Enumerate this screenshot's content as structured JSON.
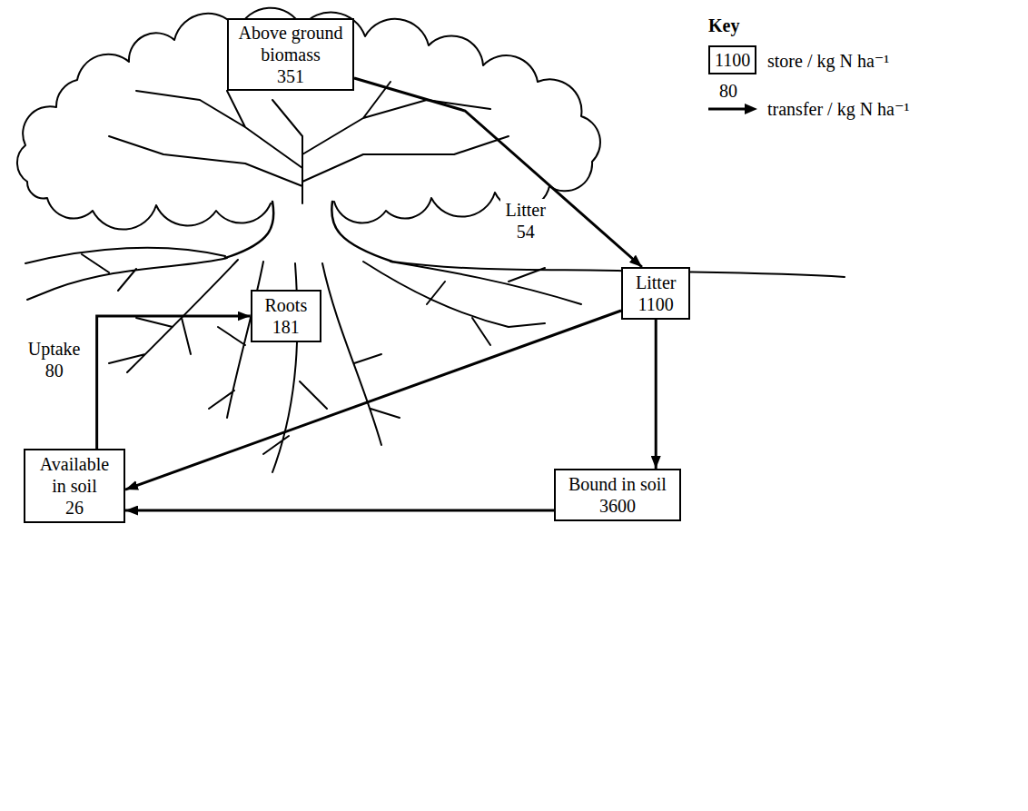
{
  "diagram": {
    "nodes": [
      {
        "text": [
          "Above ground biomass",
          "351"
        ]
      },
      {
        "text": [
          "Litter",
          "1100"
        ]
      },
      {
        "text": [
          "Roots",
          "181"
        ]
      },
      {
        "text": [
          "Available in soil",
          "26"
        ]
      },
      {
        "text": [
          "Bound in soil",
          "3600"
        ]
      }
    ],
    "edges": [
      {
        "from": 0,
        "to": 1,
        "arrow": "to",
        "label": "Litter 54"
      },
      {
        "from": 3,
        "to": 2,
        "arrow": "to",
        "label": "Uptake 80"
      },
      {
        "from": 1,
        "to": 3,
        "arrow": "to"
      },
      {
        "from": 1,
        "to": 4,
        "arrow": "to"
      },
      {
        "from": 4,
        "to": 3,
        "arrow": "to"
      }
    ],
    "labels": [
      "Key",
      "1100",
      "80"
    ],
    "legend": [
      {
        "text": "store / kg N ha⁻¹"
      },
      {
        "text": "transfer / kg N ha⁻¹"
      }
    ]
  }
}
